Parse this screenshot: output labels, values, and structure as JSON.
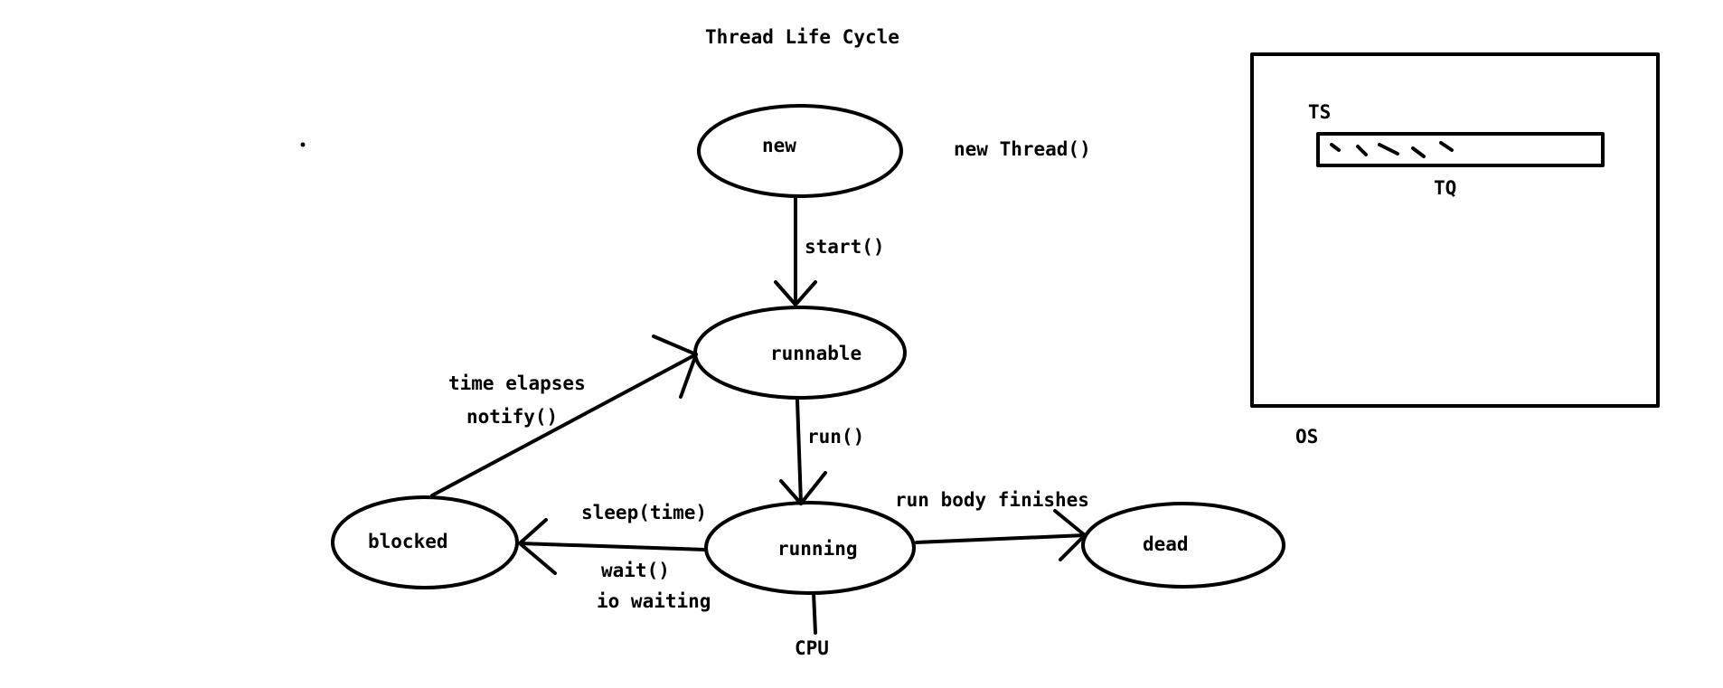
{
  "title": "Thread Life Cycle",
  "states": {
    "new": "new",
    "runnable": "runnable",
    "running": "running",
    "blocked": "blocked",
    "dead": "dead"
  },
  "annotations": {
    "new_thread": "new Thread()",
    "cpu": "CPU"
  },
  "transitions": {
    "start": "start()",
    "run": "run()",
    "run_body_finishes": "run body finishes",
    "sleep_time": "sleep(time)",
    "wait": "wait()",
    "io_waiting": "io waiting",
    "time_elapses": "time elapses",
    "notify": "notify()"
  },
  "os_box": {
    "ts": "TS",
    "tq": "TQ",
    "os": "OS"
  }
}
